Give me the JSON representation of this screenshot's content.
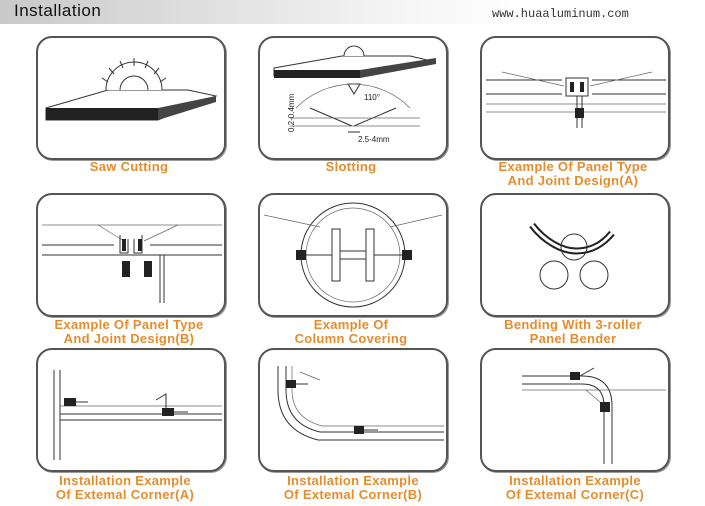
{
  "header": {
    "title": "Installation",
    "url": "www.huaaluminum.com"
  },
  "diagram_labels": {
    "angle": "110°",
    "depth": "0.2-0.4mm",
    "gap": "2.5-4mm"
  },
  "items": [
    {
      "line1": "Saw Cutting",
      "line2": ""
    },
    {
      "line1": "Slotting",
      "line2": ""
    },
    {
      "line1": "Example Of Panel Type",
      "line2": "And Joint Design(A)"
    },
    {
      "line1": "Example Of Panel Type",
      "line2": "And Joint Design(B)"
    },
    {
      "line1": "Example Of",
      "line2": "Column Covering"
    },
    {
      "line1": "Bending With 3-roller",
      "line2": "Panel Bender"
    },
    {
      "line1": "Installation Example",
      "line2": "Of Extemal Corner(A)"
    },
    {
      "line1": "Installation Example",
      "line2": "Of Extemal Corner(B)"
    },
    {
      "line1": "Installation Example",
      "line2": "Of Extemal Corner(C)"
    }
  ]
}
